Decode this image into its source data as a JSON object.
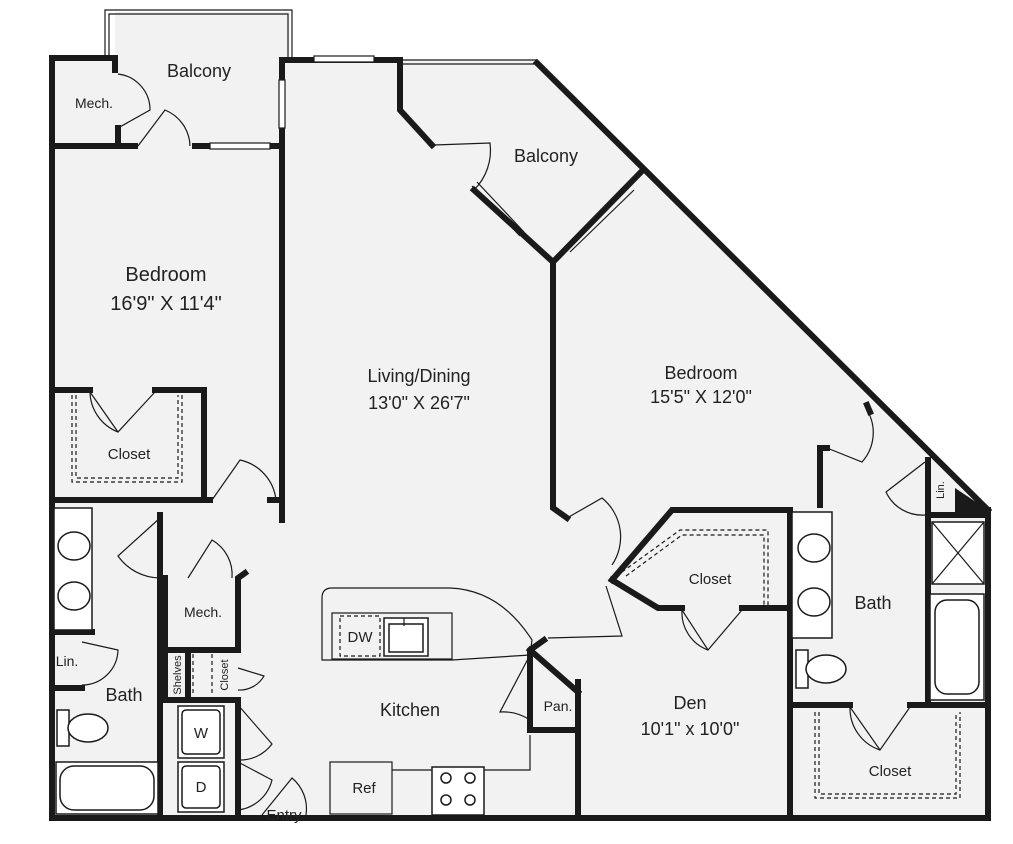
{
  "rooms": {
    "balcony_left": {
      "name": "Balcony"
    },
    "mech_top": {
      "name": "Mech."
    },
    "bedroom_left": {
      "name": "Bedroom",
      "dims": "16'9\" X 11'4\""
    },
    "closet_left": {
      "name": "Closet"
    },
    "living_dining": {
      "name": "Living/Dining",
      "dims": "13'0\" X 26'7\""
    },
    "balcony_right": {
      "name": "Balcony"
    },
    "bedroom_right": {
      "name": "Bedroom",
      "dims": "15'5\" X 12'0\""
    },
    "closet_center": {
      "name": "Closet"
    },
    "bath_right": {
      "name": "Bath"
    },
    "lin_right": {
      "name": "Lin."
    },
    "closet_right": {
      "name": "Closet"
    },
    "mech_mid": {
      "name": "Mech."
    },
    "lin_left": {
      "name": "Lin."
    },
    "bath_left": {
      "name": "Bath"
    },
    "shelves": {
      "name": "Shelves"
    },
    "closet_small": {
      "name": "Closet"
    },
    "kitchen": {
      "name": "Kitchen"
    },
    "pantry": {
      "name": "Pan."
    },
    "den": {
      "name": "Den",
      "dims": "10'1\" x 10'0\""
    },
    "entry": {
      "name": "Entry"
    }
  },
  "fixtures": {
    "dishwasher": "DW",
    "washer": "W",
    "dryer": "D",
    "refrigerator": "Ref"
  }
}
